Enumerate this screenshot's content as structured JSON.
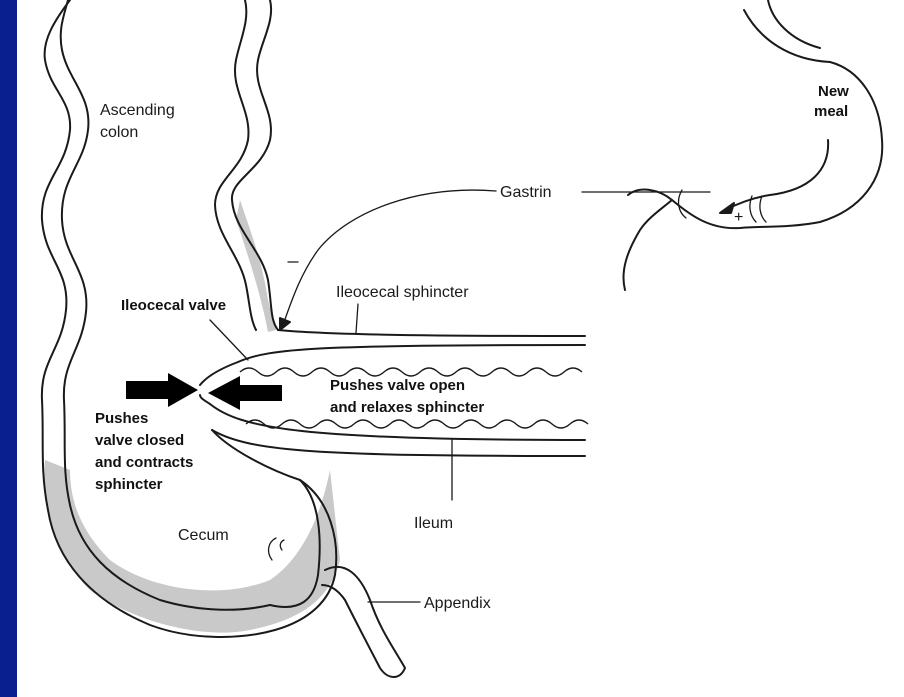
{
  "colors": {
    "sidebar": "#0a1f8f",
    "background": "#ffffff",
    "ink": "#1a1a1a"
  },
  "labels": {
    "ascending_colon": [
      "Ascending",
      "colon"
    ],
    "new_meal": [
      "New",
      "meal"
    ],
    "gastrin": "Gastrin",
    "plus_sign": "+",
    "ileocecal_sphincter": "Ileocecal sphincter",
    "ileocecal_valve": "Ileocecal valve",
    "pushes_open": [
      "Pushes valve open",
      "and relaxes sphincter"
    ],
    "pushes_closed": [
      "Pushes",
      "valve closed",
      "and contracts",
      "sphincter"
    ],
    "cecum": "Cecum",
    "ileum": "Ileum",
    "appendix": "Appendix"
  }
}
